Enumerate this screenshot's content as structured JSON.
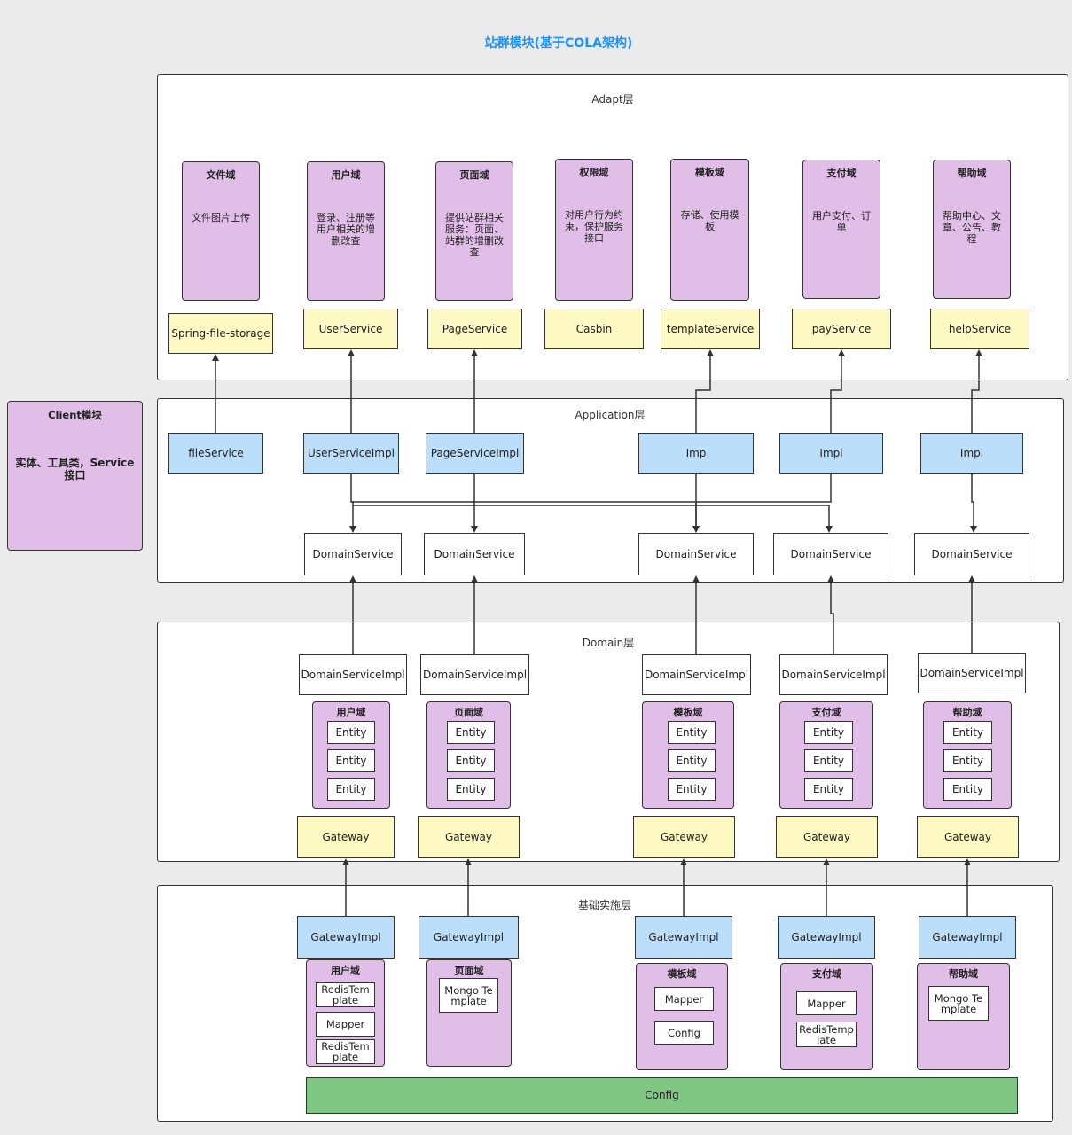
{
  "title": "站群模块(基于COLA架构)",
  "layers": {
    "adapt": "Adapt层",
    "application": "Application层",
    "domain": "Domain层",
    "infra": "基础实施层"
  },
  "client": {
    "title": "Client模块",
    "desc": "实体、工具类，Service接口"
  },
  "adapt_domains": [
    {
      "title": "文件域",
      "desc": "文件图片上传",
      "service": "Spring-file-storage"
    },
    {
      "title": "用户域",
      "desc": "登录、注册等用户相关的增删改查",
      "service": "UserService"
    },
    {
      "title": "页面域",
      "desc": "提供站群相关服务：页面、站群的增删改查",
      "service": "PageService"
    },
    {
      "title": "权限域",
      "desc": "对用户行为约束，保护服务接口",
      "service": "Casbin"
    },
    {
      "title": "模板域",
      "desc": "存储、使用模板",
      "service": "templateService"
    },
    {
      "title": "支付域",
      "desc": "用户支付、订单",
      "service": "payService"
    },
    {
      "title": "帮助域",
      "desc": "帮助中心、文章、公告、教程",
      "service": "helpService"
    }
  ],
  "app_impls": [
    "fileService",
    "UserServiceImpl",
    "PageServiceImpl",
    "Imp",
    "Impl",
    "Impl"
  ],
  "app_domain_services": [
    "DomainService",
    "DomainService",
    "DomainService",
    "DomainService",
    "DomainService"
  ],
  "domain_impls": [
    "DomainServiceImpl",
    "DomainServiceImpl",
    "DomainServiceImpl",
    "DomainServiceImpl",
    "DomainServiceImpl"
  ],
  "domain_groups": [
    {
      "title": "用户域",
      "entities": [
        "Entity",
        "Entity",
        "Entity"
      ]
    },
    {
      "title": "页面域",
      "entities": [
        "Entity",
        "Entity",
        "Entity"
      ]
    },
    {
      "title": "模板域",
      "entities": [
        "Entity",
        "Entity",
        "Entity"
      ]
    },
    {
      "title": "支付域",
      "entities": [
        "Entity",
        "Entity",
        "Entity"
      ]
    },
    {
      "title": "帮助域",
      "entities": [
        "Entity",
        "Entity",
        "Entity"
      ]
    }
  ],
  "gateway_label": "Gateway",
  "gateway_impl_label": "GatewayImpl",
  "infra_groups": [
    {
      "title": "用户域",
      "items": [
        "RedisTemplate",
        "Mapper",
        "RedisTemplate"
      ]
    },
    {
      "title": "页面域",
      "items": [
        "Mongo Template"
      ]
    },
    {
      "title": "模板域",
      "items": [
        "Mapper",
        "Config"
      ]
    },
    {
      "title": "支付域",
      "items": [
        "Mapper",
        "RedisTemplate"
      ]
    },
    {
      "title": "帮助域",
      "items": [
        "Mongo Template"
      ]
    }
  ],
  "config_bar": "Config"
}
